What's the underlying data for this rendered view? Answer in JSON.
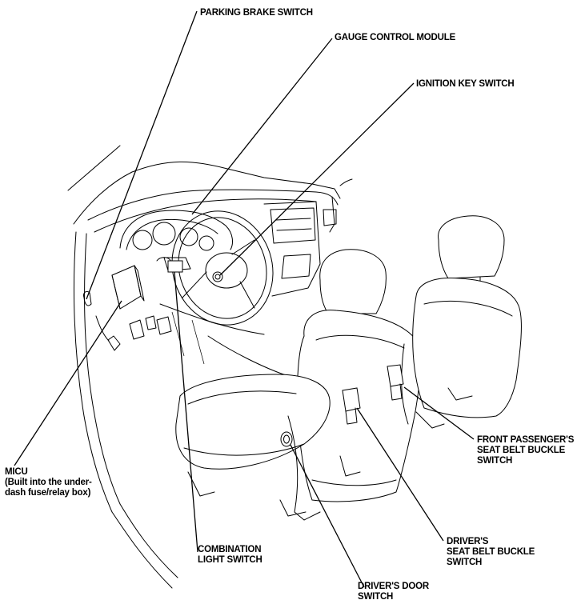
{
  "labels": {
    "parking_brake": [
      "PARKING BRAKE SWITCH"
    ],
    "gauge_control": [
      "GAUGE CONTROL MODULE"
    ],
    "ignition_key": [
      "IGNITION KEY SWITCH"
    ],
    "front_passenger": [
      "FRONT PASSENGER'S",
      "SEAT BELT BUCKLE",
      "SWITCH"
    ],
    "micu": [
      "MICU",
      "(Built into the under-",
      "dash fuse/relay box)"
    ],
    "combination_light": [
      "COMBINATION",
      "LIGHT SWITCH"
    ],
    "drivers_belt": [
      "DRIVER'S",
      "SEAT BELT BUCKLE",
      "SWITCH"
    ],
    "drivers_door": [
      "DRIVER'S DOOR",
      "SWITCH"
    ]
  }
}
